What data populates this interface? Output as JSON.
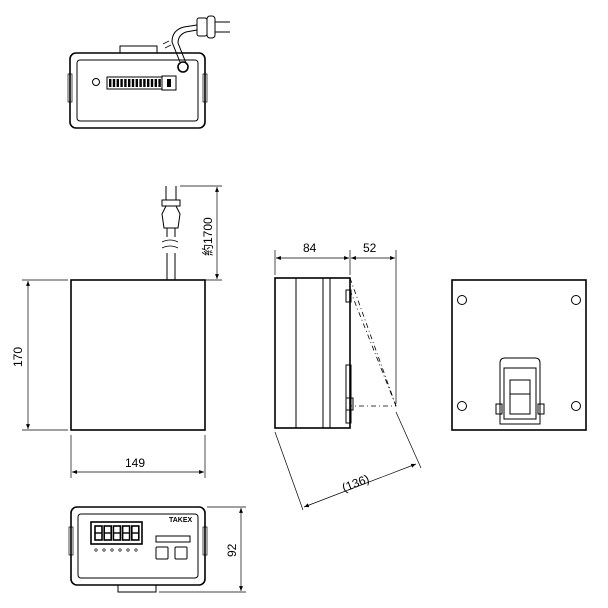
{
  "dimensions": {
    "width": "149",
    "height": "170",
    "depth_front": "84",
    "depth_hood": "52",
    "diagonal": "(136)",
    "front_height": "92",
    "cord": "約1700"
  },
  "brand": "TAKEX"
}
